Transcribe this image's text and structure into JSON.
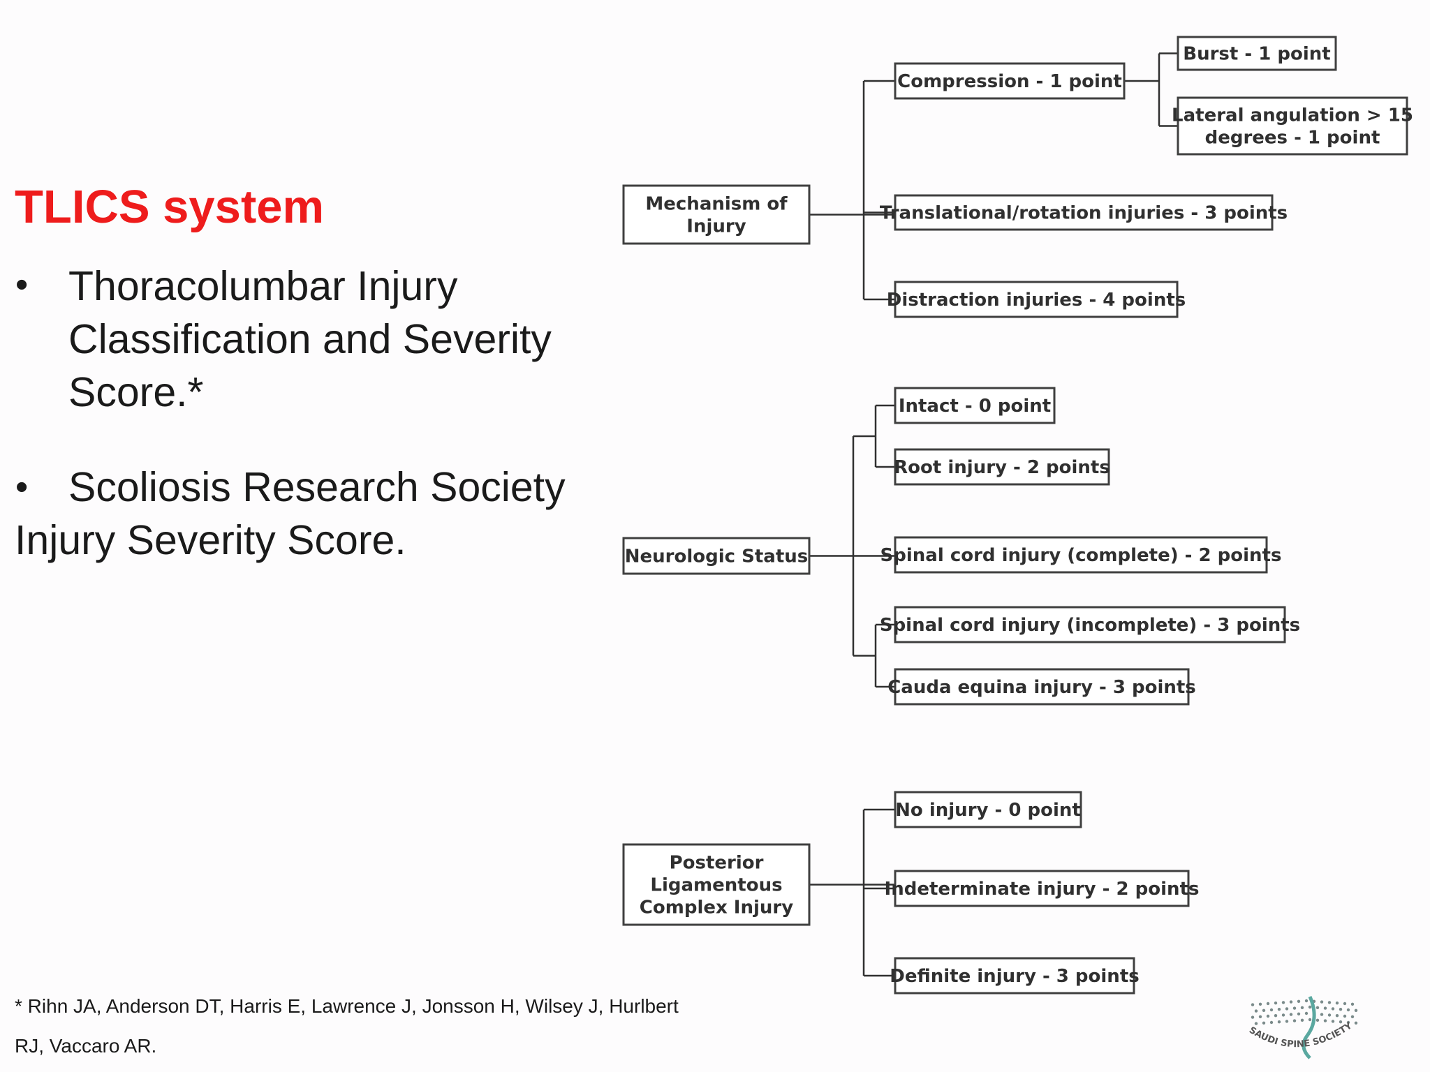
{
  "title": "TLICS system",
  "bullets": [
    {
      "marker": "•",
      "lines": [
        "Thoracolumbar Injury",
        "Classification and Severity",
        "Score.*"
      ]
    },
    {
      "marker": "•",
      "lines": [
        "Scoliosis Research Society",
        "Injury Severity Score."
      ]
    }
  ],
  "reference": {
    "lines": [
      "* Rihn JA, Anderson DT, Harris E, Lawrence J, Jonsson H, Wilsey J, Hurlbert",
      "RJ, Vaccaro AR."
    ]
  },
  "diagram": {
    "categories": [
      {
        "id": "mechanism",
        "label_lines": [
          "Mechanism of",
          "Injury"
        ],
        "options": [
          {
            "id": "compression",
            "label_lines": [
              "Compression - 1 point"
            ],
            "sub": [
              {
                "id": "burst",
                "label_lines": [
                  "Burst - 1 point"
                ]
              },
              {
                "id": "lateral-angulation",
                "label_lines": [
                  "Lateral angulation > 15",
                  "degrees - 1 point"
                ]
              }
            ]
          },
          {
            "id": "translational",
            "label_lines": [
              "Translational/rotation injuries - 3 points"
            ]
          },
          {
            "id": "distraction",
            "label_lines": [
              "Distraction injuries - 4 points"
            ]
          }
        ]
      },
      {
        "id": "neurologic",
        "label_lines": [
          "Neurologic Status"
        ],
        "options": [
          {
            "id": "intact",
            "label_lines": [
              "Intact - 0 point"
            ]
          },
          {
            "id": "root-injury",
            "label_lines": [
              "Root injury - 2 points"
            ]
          },
          {
            "id": "cord-complete",
            "label_lines": [
              "Spinal cord injury (complete) - 2 points"
            ]
          },
          {
            "id": "cord-incomplete",
            "label_lines": [
              "Spinal cord injury (incomplete) - 3 points"
            ]
          },
          {
            "id": "cauda-equina",
            "label_lines": [
              "Cauda equina injury - 3 points"
            ]
          }
        ]
      },
      {
        "id": "plc",
        "label_lines": [
          "Posterior",
          "Ligamentous",
          "Complex Injury"
        ],
        "options": [
          {
            "id": "no-injury",
            "label_lines": [
              "No injury - 0 point"
            ]
          },
          {
            "id": "indeterminate",
            "label_lines": [
              "Indeterminate injury - 2 points"
            ]
          },
          {
            "id": "definite",
            "label_lines": [
              "Definite injury - 3 points"
            ]
          }
        ]
      }
    ]
  },
  "logo": {
    "text": "SAUDI SPINE SOCIETY",
    "colors": {
      "dots": "#7a8a8a",
      "accent": "#5aa8a0"
    }
  },
  "colors": {
    "title": "#ee1c1c",
    "text": "#1a1a1a",
    "box_border": "#3f3f3f",
    "background": "#fdfcfd"
  }
}
